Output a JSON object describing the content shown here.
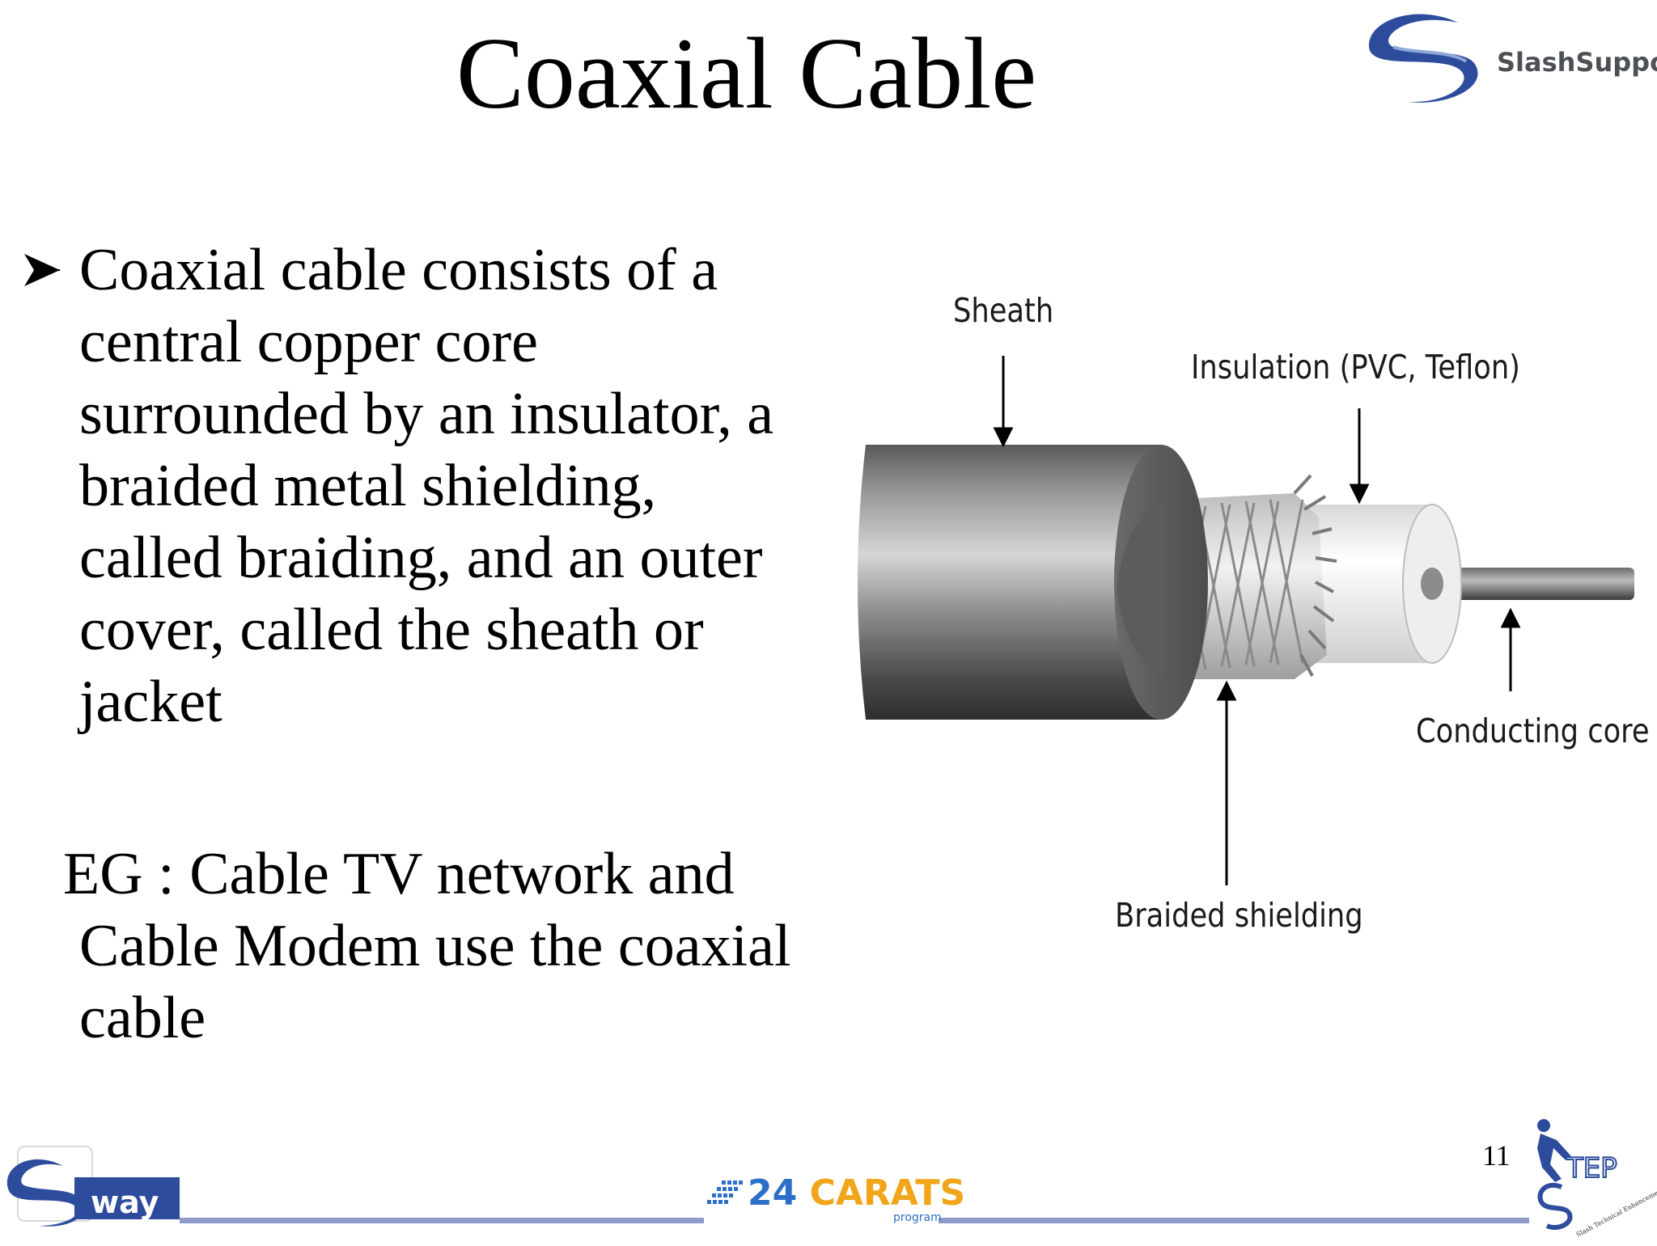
{
  "slide": {
    "title": "Coaxial Cable",
    "page_number": "11"
  },
  "logos": {
    "top_right": "SlashSupport",
    "footer_left": "way",
    "footer_center_number": "24",
    "footer_center_word": "CARATS",
    "footer_center_sub": "program",
    "footer_right": "TEP",
    "footer_right_tagline": "Slash Technical Enhancement Program"
  },
  "body": {
    "bullet_text": "Coaxial cable consists of a central copper core surrounded by an insulator, a braided metal shielding, called braiding, and an outer cover, called the sheath or jacket",
    "example_text": "EG : Cable TV network and Cable Modem use the coaxial cable"
  },
  "diagram": {
    "labels": {
      "sheath": "Sheath",
      "insulation": "Insulation (PVC, Teflon)",
      "conducting_core": "Conducting core",
      "braided_shielding": "Braided shielding"
    }
  },
  "colors": {
    "footer_line": "#8f9aca",
    "logo_blue": "#2d4d9c",
    "carats_blue": "#2d6fc8",
    "carats_orange": "#f0a51a"
  }
}
